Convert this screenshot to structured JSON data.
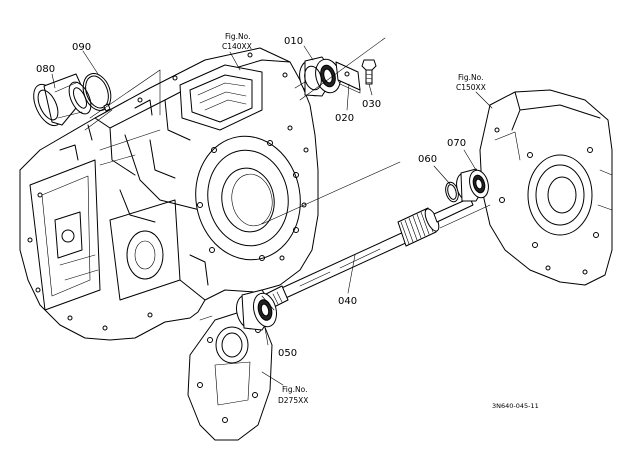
{
  "figure_refs": [
    {
      "line1": "Fig.No.",
      "line2": "C140XX"
    },
    {
      "line1": "Fig.No.",
      "line2": "C150XX"
    },
    {
      "line1": "Fig.No.",
      "line2": "D275XX"
    }
  ],
  "parts": [
    {
      "number": "010"
    },
    {
      "number": "020"
    },
    {
      "number": "030"
    },
    {
      "number": "040"
    },
    {
      "number": "050"
    },
    {
      "number": "060"
    },
    {
      "number": "070"
    },
    {
      "number": "080"
    },
    {
      "number": "090"
    }
  ],
  "drawing_code": "3N640-045-11"
}
